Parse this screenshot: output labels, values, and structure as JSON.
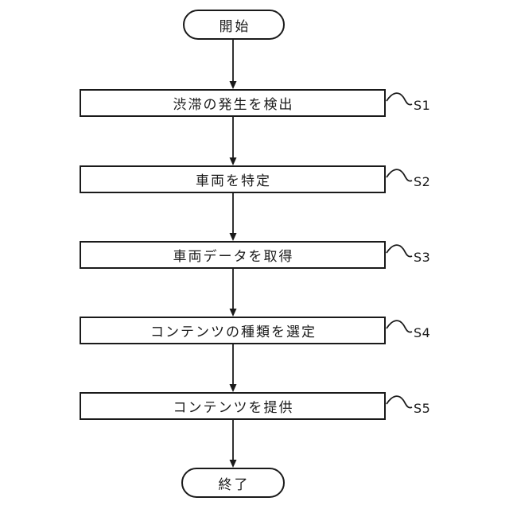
{
  "flowchart": {
    "title": "content-provision-flow",
    "start": {
      "label": "開始"
    },
    "end": {
      "label": "終了"
    },
    "steps": [
      {
        "id": "S1",
        "label": "渋滞の発生を検出"
      },
      {
        "id": "S2",
        "label": "車両を特定"
      },
      {
        "id": "S3",
        "label": "車両データを取得"
      },
      {
        "id": "S4",
        "label": "コンテンツの種類を選定"
      },
      {
        "id": "S5",
        "label": "コンテンツを提供"
      }
    ],
    "colors": {
      "line": "#1a1a1a",
      "background": "#ffffff",
      "text": "#1a1a1a"
    }
  }
}
